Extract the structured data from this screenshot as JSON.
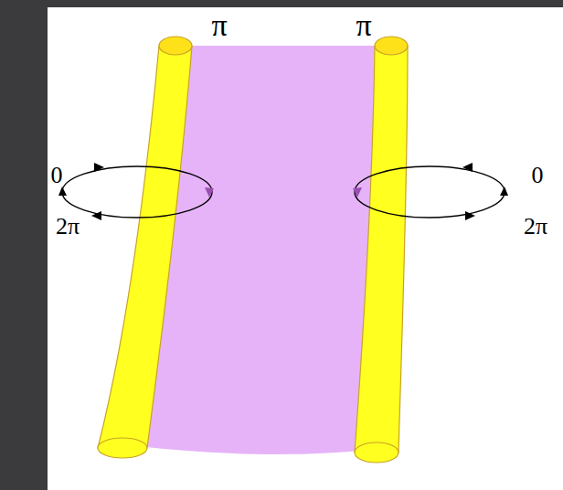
{
  "diagram": {
    "labels": [
      "π",
      "π",
      "0",
      "2π",
      "0",
      "2π"
    ]
  }
}
